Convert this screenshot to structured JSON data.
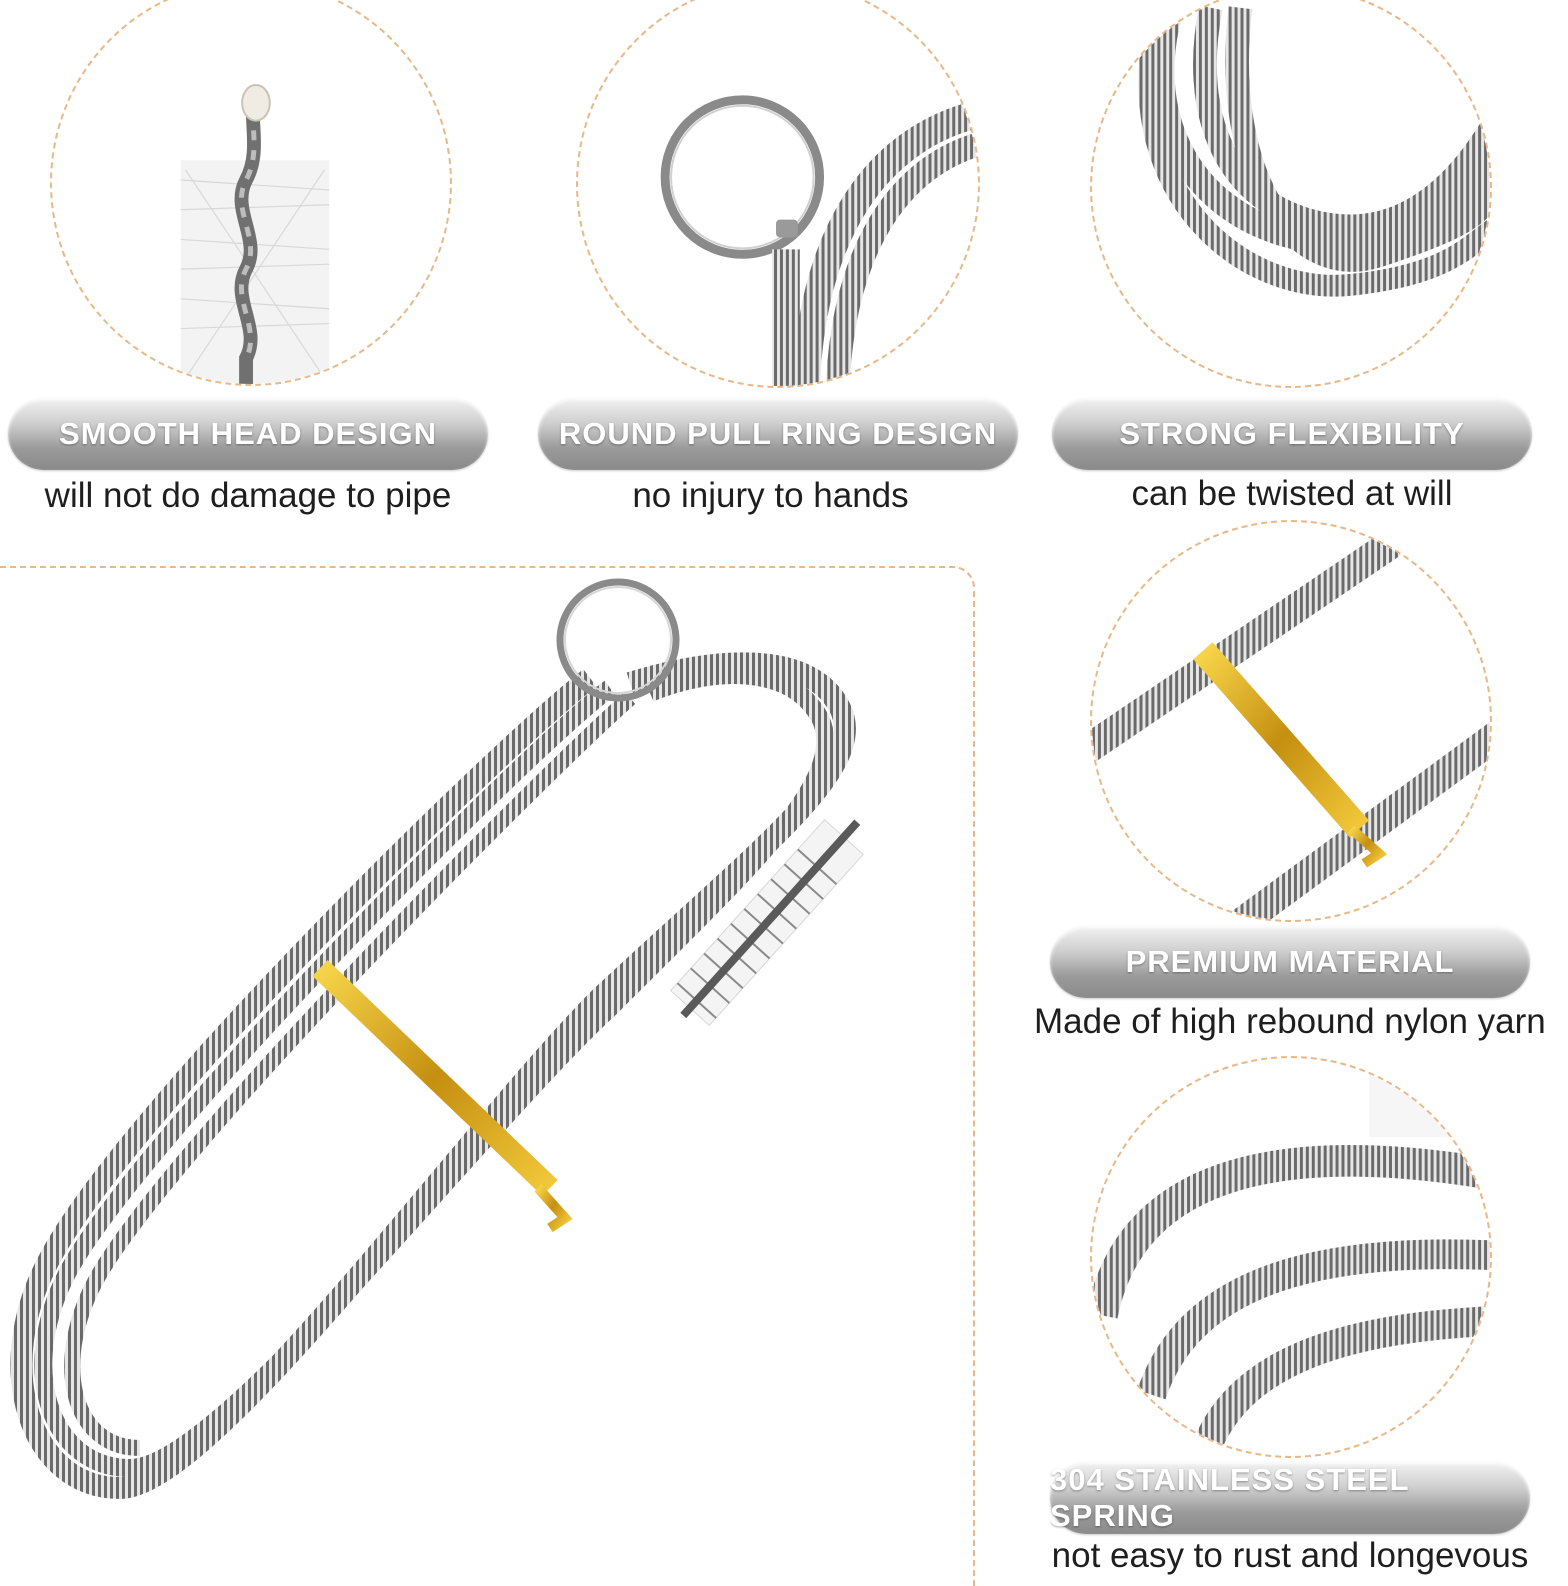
{
  "features": [
    {
      "title": "SMOOTH HEAD DESIGN",
      "caption": "will not do damage to pipe",
      "icon": "brush-tip-icon"
    },
    {
      "title": "ROUND PULL RING DESIGN",
      "caption": "no injury to hands",
      "icon": "pull-ring-icon"
    },
    {
      "title": "STRONG FLEXIBILITY",
      "caption": "can be twisted at will",
      "icon": "coiled-spring-icon"
    },
    {
      "title": "PREMIUM MATERIAL",
      "caption": "Made of high rebound nylon yarn",
      "icon": "gold-clip-icon"
    },
    {
      "title": "304 STAINLESS STEEL SPRING",
      "caption": "not easy to rust and longevous",
      "icon": "spring-closeup-icon"
    }
  ],
  "colors": {
    "dashed_border": "#e8b888",
    "pill_gradient_top": "#f2f2f2",
    "pill_gradient_bottom": "#8a8a8a",
    "spring_steel": "#8c8c8c",
    "clip_gold": "#d4a520"
  },
  "main_image": "flexible-drain-brush-image"
}
